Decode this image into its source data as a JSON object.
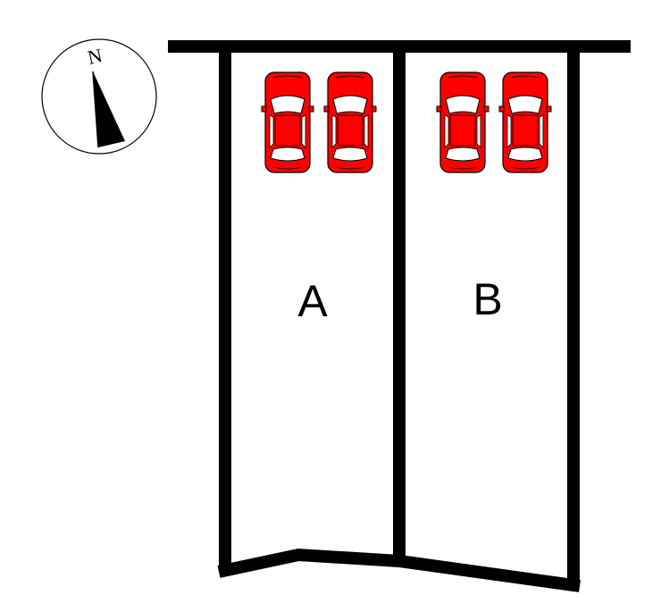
{
  "compass": {
    "north_label": "N",
    "icon": "compass-north-arrow-icon"
  },
  "lots": [
    {
      "id": "A",
      "label": "A",
      "parking_spaces": 2
    },
    {
      "id": "B",
      "label": "B",
      "parking_spaces": 2
    }
  ],
  "road": {
    "position": "north"
  },
  "car_icon": "car-icon",
  "colors": {
    "car_body": "#ff0000",
    "car_glass": "#ffffff",
    "outline": "#000000",
    "background": "#ffffff"
  }
}
